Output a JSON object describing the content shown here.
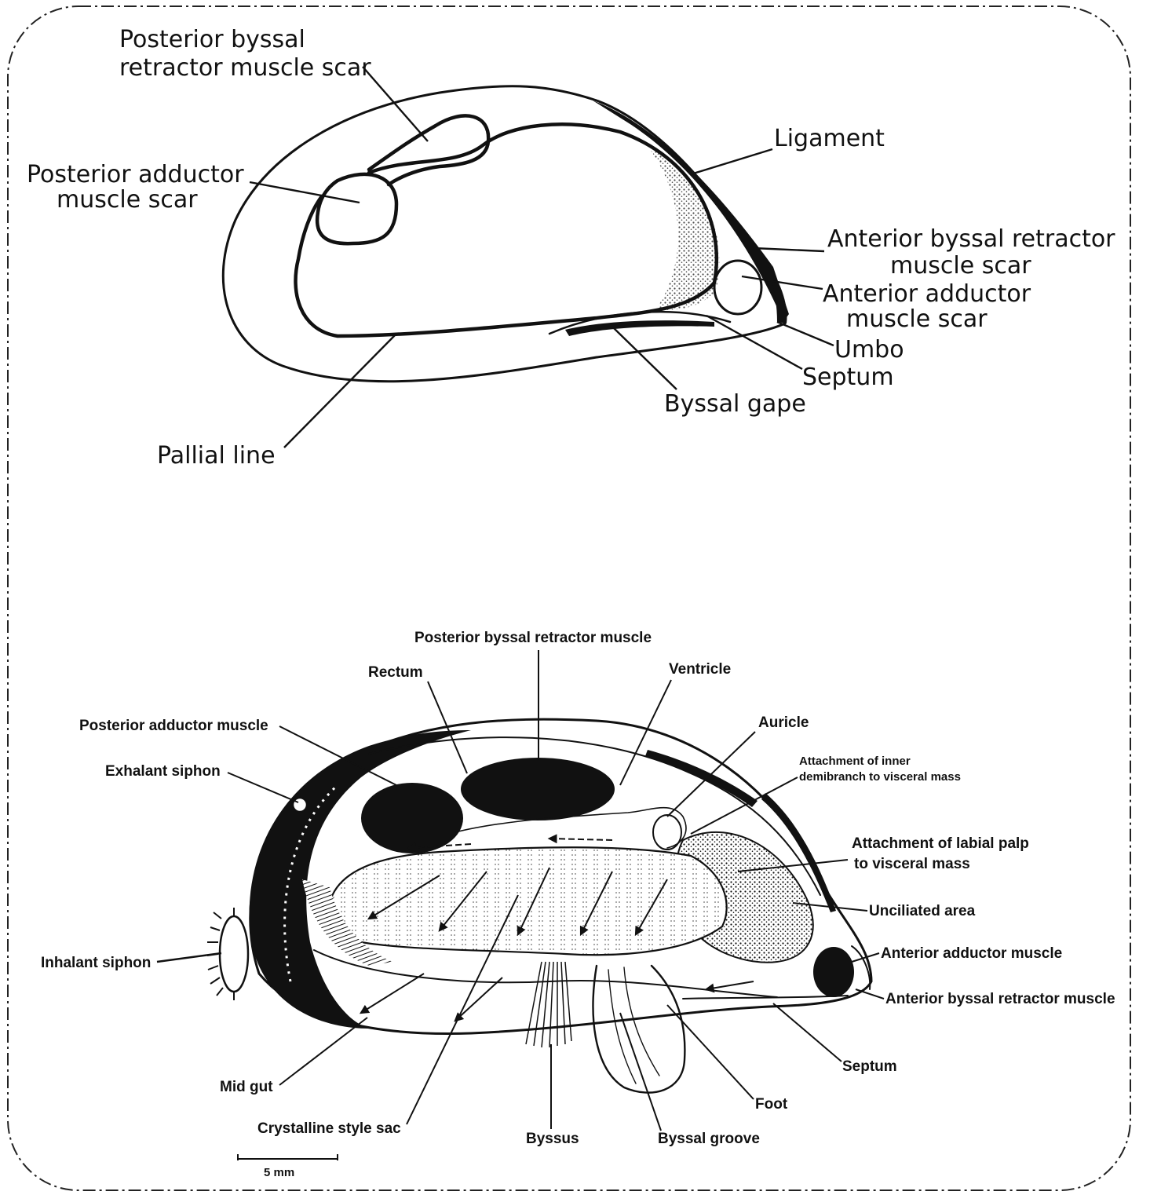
{
  "top_diagram": {
    "labels": {
      "posterior_byssal_retractor_scar": [
        "Posterior byssal",
        "retractor muscle scar"
      ],
      "posterior_adductor_scar": [
        "Posterior adductor",
        "muscle scar"
      ],
      "ligament": "Ligament",
      "anterior_byssal_retractor_scar": [
        "Anterior byssal retractor",
        "muscle scar"
      ],
      "anterior_adductor_scar": [
        "Anterior adductor",
        "muscle scar"
      ],
      "umbo": "Umbo",
      "septum": "Septum",
      "byssal_gape": "Byssal gape",
      "pallial_line": "Pallial line"
    }
  },
  "bottom_diagram": {
    "labels": {
      "posterior_byssal_retractor_muscle": "Posterior byssal retractor muscle",
      "rectum": "Rectum",
      "ventricle": "Ventricle",
      "posterior_adductor_muscle": "Posterior adductor muscle",
      "auricle": "Auricle",
      "exhalant_siphon": "Exhalant siphon",
      "attachment_inner_demibranch": [
        "Attachment of inner",
        "demibranch to visceral mass"
      ],
      "attachment_labial_palp": [
        "Attachment of labial palp",
        "to visceral mass"
      ],
      "unciliated_area": "Unciliated area",
      "inhalant_siphon": "Inhalant siphon",
      "anterior_adductor_muscle": "Anterior adductor muscle",
      "anterior_byssal_retractor_muscle": "Anterior byssal retractor muscle",
      "septum": "Septum",
      "foot": "Foot",
      "mid_gut": "Mid gut",
      "crystalline_style_sac": "Crystalline style sac",
      "byssus": "Byssus",
      "byssal_groove": "Byssal groove"
    },
    "scale_bar": "5 mm"
  }
}
